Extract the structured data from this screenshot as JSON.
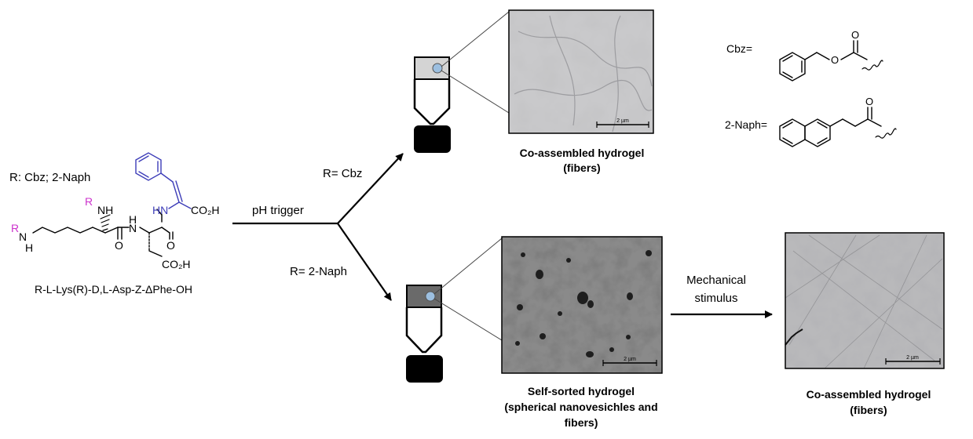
{
  "molecule": {
    "r_definition": "R: Cbz; 2-Naph",
    "r_label": "R",
    "nh": "NH",
    "n": "N",
    "h": "H",
    "hn": "HN",
    "co2h": "CO₂H",
    "o": "O",
    "name": "R-L-Lys(R)-D,L-Asp-Z-ΔPhe-OH"
  },
  "scheme": {
    "ph_trigger": "pH trigger",
    "branch_cbz": "R= Cbz",
    "branch_naph": "R= 2-Naph",
    "mechanical_line1": "Mechanical",
    "mechanical_line2": "stimulus"
  },
  "legend": {
    "cbz_label": "Cbz=",
    "naph_label": "2-Naph=",
    "o": "O"
  },
  "micrographs": {
    "scale_text": "2 µm"
  },
  "captions": {
    "top_line1": "Co-assembled hydrogel",
    "top_line2": "(fibers)",
    "mid_line1": "Self-sorted hydrogel",
    "mid_line2": "(spherical nanovesichles and",
    "mid_line3": "fibers)",
    "right_line1": "Co-assembled hydrogel",
    "right_line2": "(fibers)"
  },
  "colors": {
    "r_group": "#cc33cc",
    "dehydrophe": "#3d3db8",
    "vial_top_fill": "#d4d4d4",
    "vial_bottom_fill": "#6a6a6a",
    "marker": "#9cbfe0"
  }
}
